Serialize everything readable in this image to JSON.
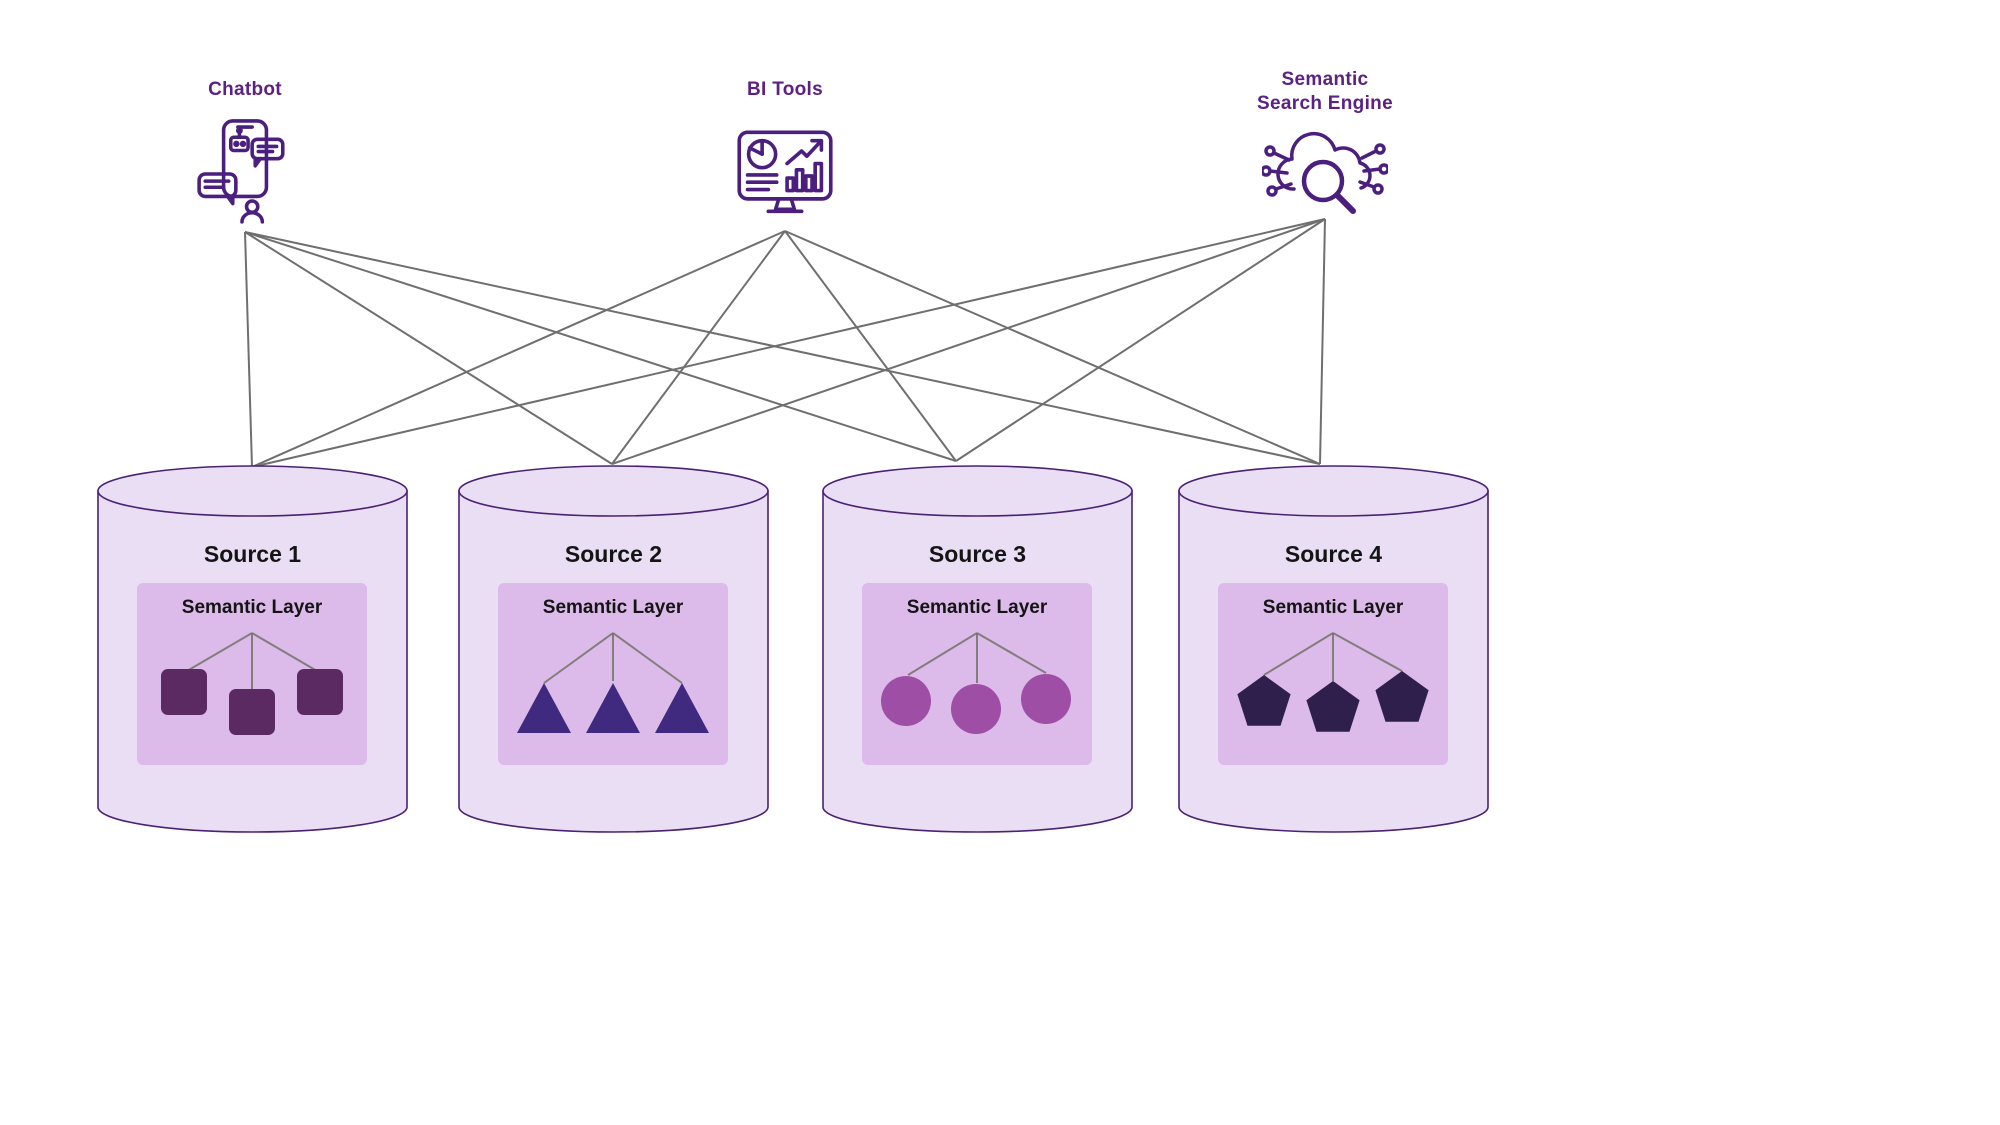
{
  "diagram": {
    "consumers": [
      {
        "id": "chatbot",
        "label": "Chatbot"
      },
      {
        "id": "bi-tools",
        "label": "BI Tools"
      },
      {
        "id": "semantic-search",
        "label": "Semantic\nSearch Engine"
      }
    ],
    "sources": [
      {
        "title": "Source 1",
        "layer_label": "Semantic Layer",
        "shape": "square",
        "shape_color": "#5b2a63"
      },
      {
        "title": "Source 2",
        "layer_label": "Semantic Layer",
        "shape": "triangle",
        "shape_color": "#3f2a80"
      },
      {
        "title": "Source 3",
        "layer_label": "Semantic Layer",
        "shape": "circle",
        "shape_color": "#9e4fa5"
      },
      {
        "title": "Source 4",
        "layer_label": "Semantic Layer",
        "shape": "pentagon",
        "shape_color": "#2f1f4d"
      }
    ],
    "connections": [
      {
        "from": 0,
        "to": 0
      },
      {
        "from": 0,
        "to": 1
      },
      {
        "from": 0,
        "to": 2
      },
      {
        "from": 0,
        "to": 3
      },
      {
        "from": 1,
        "to": 0
      },
      {
        "from": 1,
        "to": 1
      },
      {
        "from": 1,
        "to": 2
      },
      {
        "from": 1,
        "to": 3
      },
      {
        "from": 2,
        "to": 0
      },
      {
        "from": 2,
        "to": 1
      },
      {
        "from": 2,
        "to": 2
      },
      {
        "from": 2,
        "to": 3
      }
    ],
    "colors": {
      "accent": "#5b2282",
      "icon_stroke": "#4b1f7e",
      "line": "#6f6f6f",
      "cylinder_fill": "#e9def4",
      "cylinder_stroke": "#4b2173",
      "layer_fill": "#dcbae9"
    }
  }
}
